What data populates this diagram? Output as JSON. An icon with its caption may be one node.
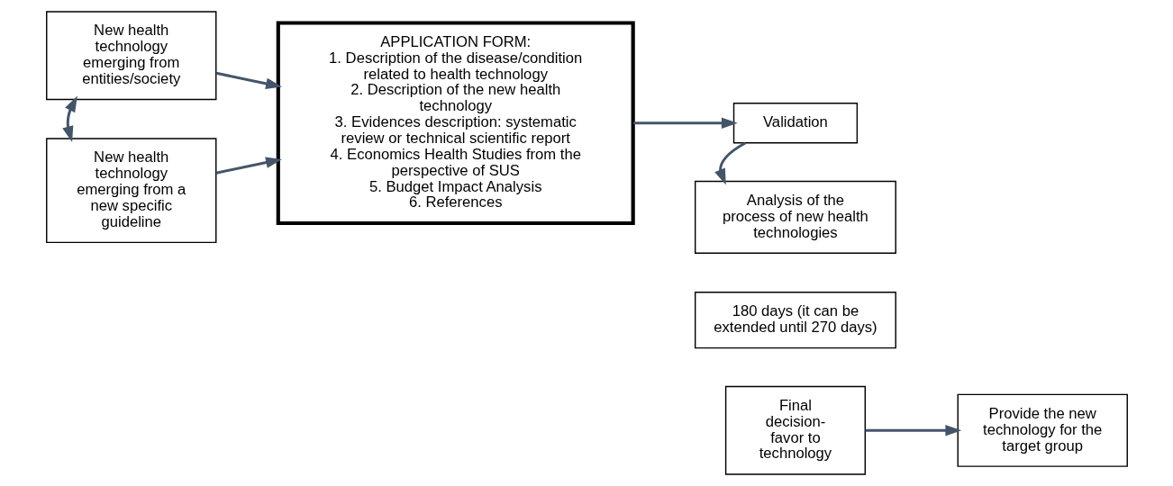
{
  "diagram": {
    "nodes": [
      {
        "text": [
          "New health technology emerging from entities/society"
        ]
      },
      {
        "text": [
          "New health technology emerging from a new specific guideline"
        ]
      },
      {
        "text": [
          "APPLICATION FORM:",
          "1. Description of the disease/condition related to health technology",
          "2. Description of the new health technology",
          "3. Evidences description: systematic review or technical scientific report",
          "4. Economics Health Studies from the perspective of SUS",
          "5. Budget Impact Analysis",
          "6. References"
        ]
      },
      {
        "text": [
          "Validation"
        ]
      },
      {
        "text": [
          "Analysis of the process of new health technologies"
        ]
      },
      {
        "text": [
          "180 days (it can be extended until 270 days)"
        ]
      },
      {
        "text": [
          "Final decision- favor to technology"
        ]
      },
      {
        "text": [
          "Provide the new technology for the target group"
        ]
      }
    ],
    "edges": [
      {
        "from": 0,
        "to": 1,
        "arrow": "both"
      },
      {
        "from": 0,
        "to": 2,
        "arrow": "to"
      },
      {
        "from": 1,
        "to": 2,
        "arrow": "to"
      },
      {
        "from": 2,
        "to": 3,
        "arrow": "to"
      },
      {
        "from": 3,
        "to": 4,
        "arrow": "to"
      },
      {
        "from": 6,
        "to": 7,
        "arrow": "to"
      }
    ]
  }
}
